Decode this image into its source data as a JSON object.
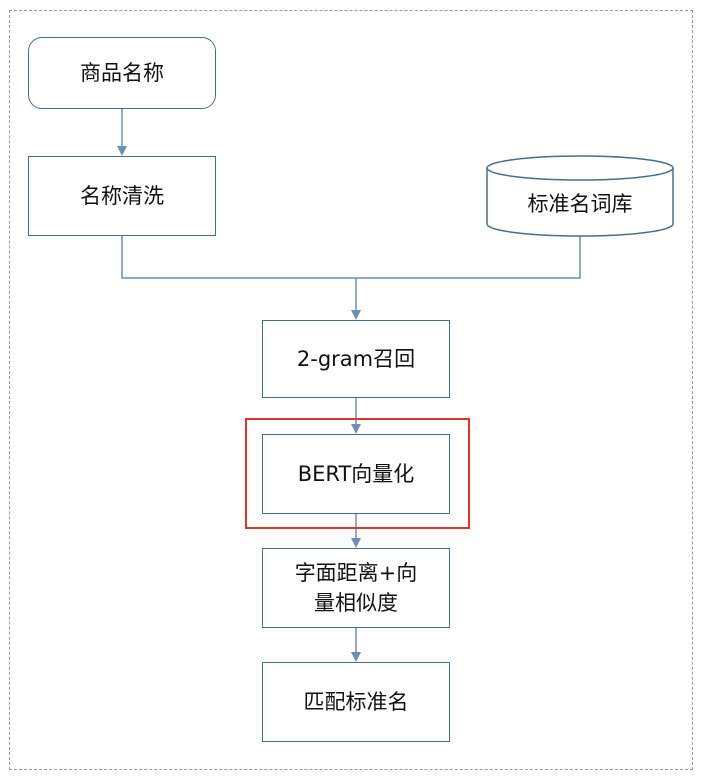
{
  "nodes": {
    "product_name": "商品名称",
    "name_cleaning": "名称清洗",
    "standard_dictionary": "标准名词库",
    "gram_recall": "2-gram召回",
    "bert_vectorize": "BERT向量化",
    "similarity_line1": "字面距离+向",
    "similarity_line2": "量相似度",
    "match_standard": "匹配标准名"
  },
  "colors": {
    "box_border": "#4a6b8a",
    "connector": "#6f8fb0",
    "highlight": "#e0332b",
    "frame": "#9a9a9a"
  }
}
